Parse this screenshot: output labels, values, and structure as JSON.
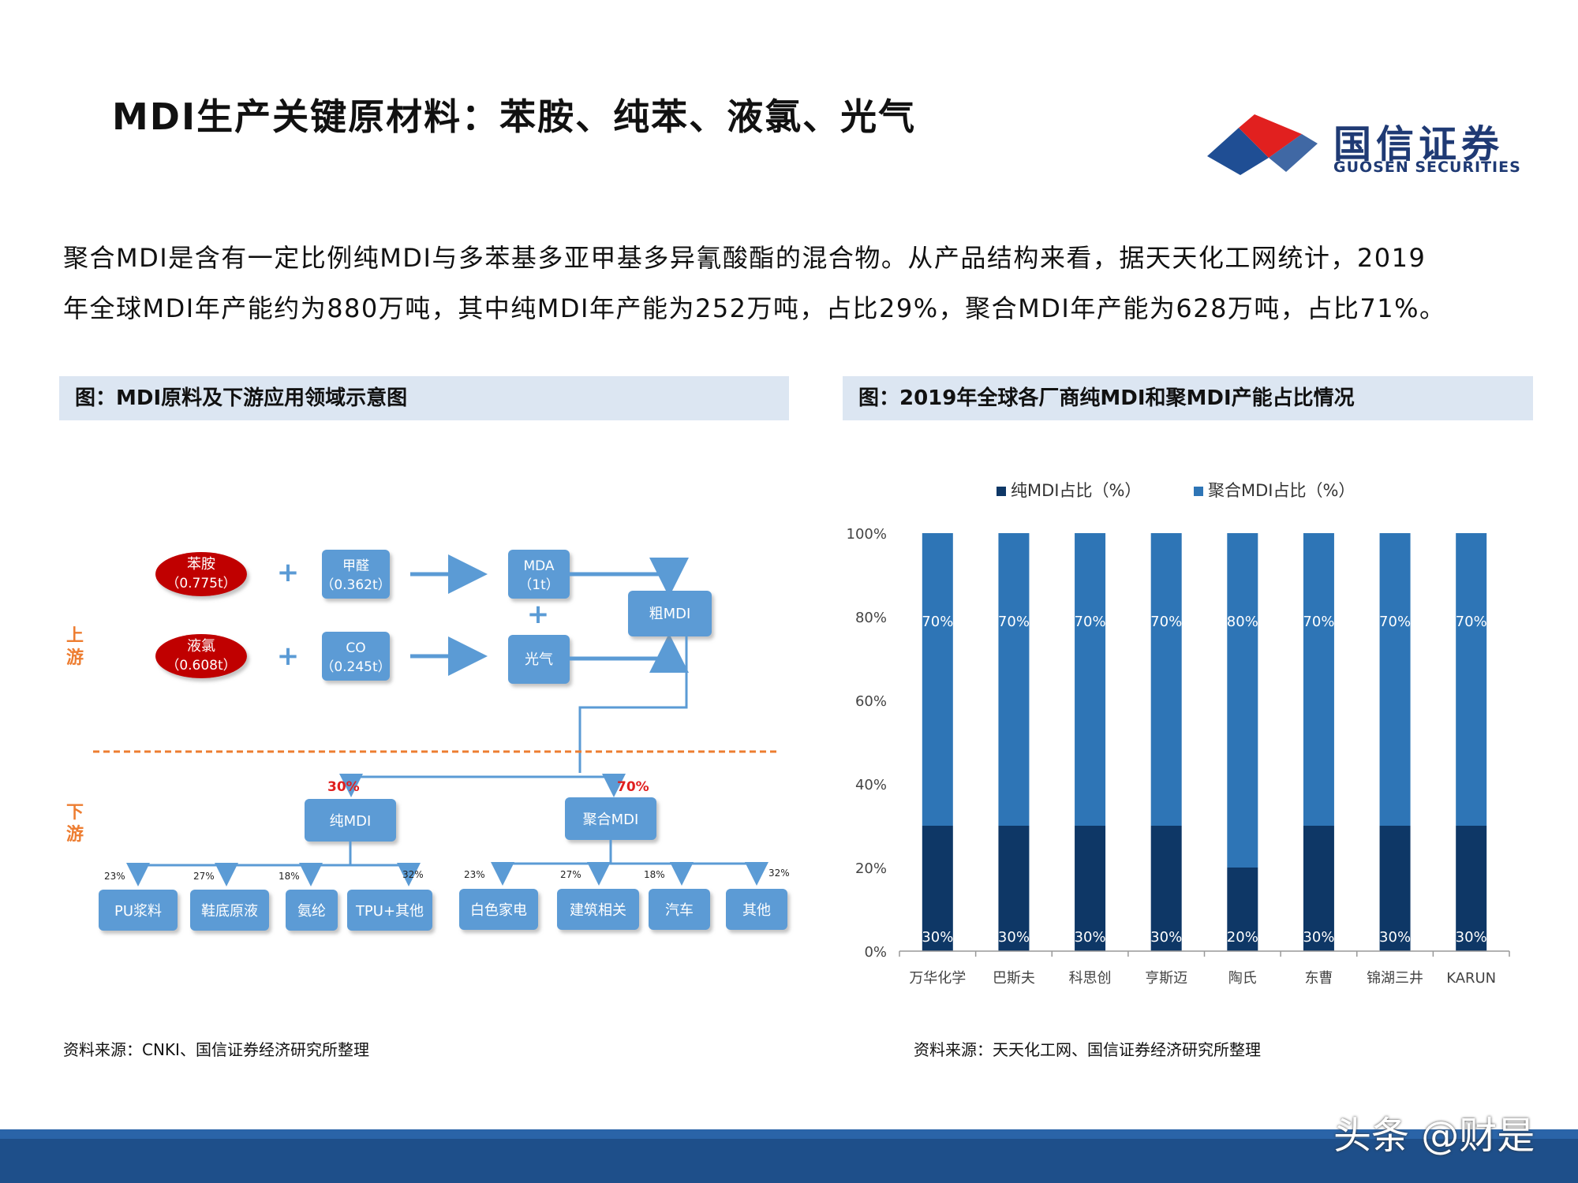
{
  "header": {
    "title": "MDI生产关键原材料：苯胺、纯苯、液氯、光气",
    "logo_cn": "国信证券",
    "logo_en": "GUOSEN SECURITIES"
  },
  "intro": {
    "line1": "聚合MDI是含有一定比例纯MDI与多苯基多亚甲基多异氰酸酯的混合物。从产品结构来看，据天天化工网统计，2019",
    "line2": "年全球MDI年产能约为880万吨，其中纯MDI年产能为252万吨，占比29%，聚合MDI年产能为628万吨，占比71%。"
  },
  "left_figure": {
    "caption": "图：MDI原料及下游应用领域示意图",
    "source": "资料来源：CNKI、国信证券经济研究所整理",
    "upstream_label": "上游",
    "downstream_label": "下游",
    "plus": "+",
    "inputs": [
      {
        "name": "苯胺",
        "qty": "（0.775t）"
      },
      {
        "name": "液氯",
        "qty": "（0.608t）"
      }
    ],
    "reagents": [
      {
        "name": "甲醛",
        "qty": "（0.362t）"
      },
      {
        "name": "CO",
        "qty": "（0.245t）"
      }
    ],
    "intermediates": [
      {
        "name": "MDA",
        "qty": "（1t）"
      },
      {
        "name": "光气",
        "qty": ""
      }
    ],
    "crude": "粗MDI",
    "splits": [
      {
        "pct": "30%",
        "name": "纯MDI"
      },
      {
        "pct": "70%",
        "name": "聚合MDI"
      }
    ],
    "applications": [
      {
        "pct": "23%",
        "name": "PU浆料"
      },
      {
        "pct": "27%",
        "name": "鞋底原液"
      },
      {
        "pct": "18%",
        "name": "氨纶"
      },
      {
        "pct": "32%",
        "name": "TPU+其他"
      },
      {
        "pct": "23%",
        "name": "白色家电"
      },
      {
        "pct": "27%",
        "name": "建筑相关"
      },
      {
        "pct": "18%",
        "name": "汽车"
      },
      {
        "pct": "32%",
        "name": "其他"
      }
    ],
    "colors": {
      "box": "#5b9bd5",
      "oval": "#c00000",
      "arrow": "#5b9bd5",
      "dash": "#ed7d31",
      "stage": "#ed7d31"
    }
  },
  "right_figure": {
    "caption": "图：2019年全球各厂商纯MDI和聚MDI产能占比情况",
    "source": "资料来源：天天化工网、国信证券经济研究所整理"
  },
  "chart_data": {
    "type": "bar",
    "stacked": true,
    "percent": true,
    "categories": [
      "万华化学",
      "巴斯夫",
      "科思创",
      "亨斯迈",
      "陶氏",
      "东曹",
      "锦湖三井",
      "KARUN"
    ],
    "series": [
      {
        "name": "纯MDI占比（%）",
        "color": "#0e3766",
        "values": [
          30,
          30,
          30,
          30,
          20,
          30,
          30,
          30
        ],
        "labels": [
          "30%",
          "30%",
          "30%",
          "30%",
          "20%",
          "30%",
          "30%",
          "30%"
        ]
      },
      {
        "name": "聚合MDI占比（%）",
        "color": "#2e75b6",
        "values": [
          70,
          70,
          70,
          70,
          80,
          70,
          70,
          70
        ],
        "labels": [
          "70%",
          "70%",
          "70%",
          "70%",
          "80%",
          "70%",
          "70%",
          "70%"
        ]
      }
    ],
    "yticks": [
      "0%",
      "20%",
      "40%",
      "60%",
      "80%",
      "100%"
    ],
    "ylim": [
      0,
      100
    ],
    "legend_position": "top",
    "grid": false
  },
  "footer": {
    "watermark": "头条 @财是"
  }
}
